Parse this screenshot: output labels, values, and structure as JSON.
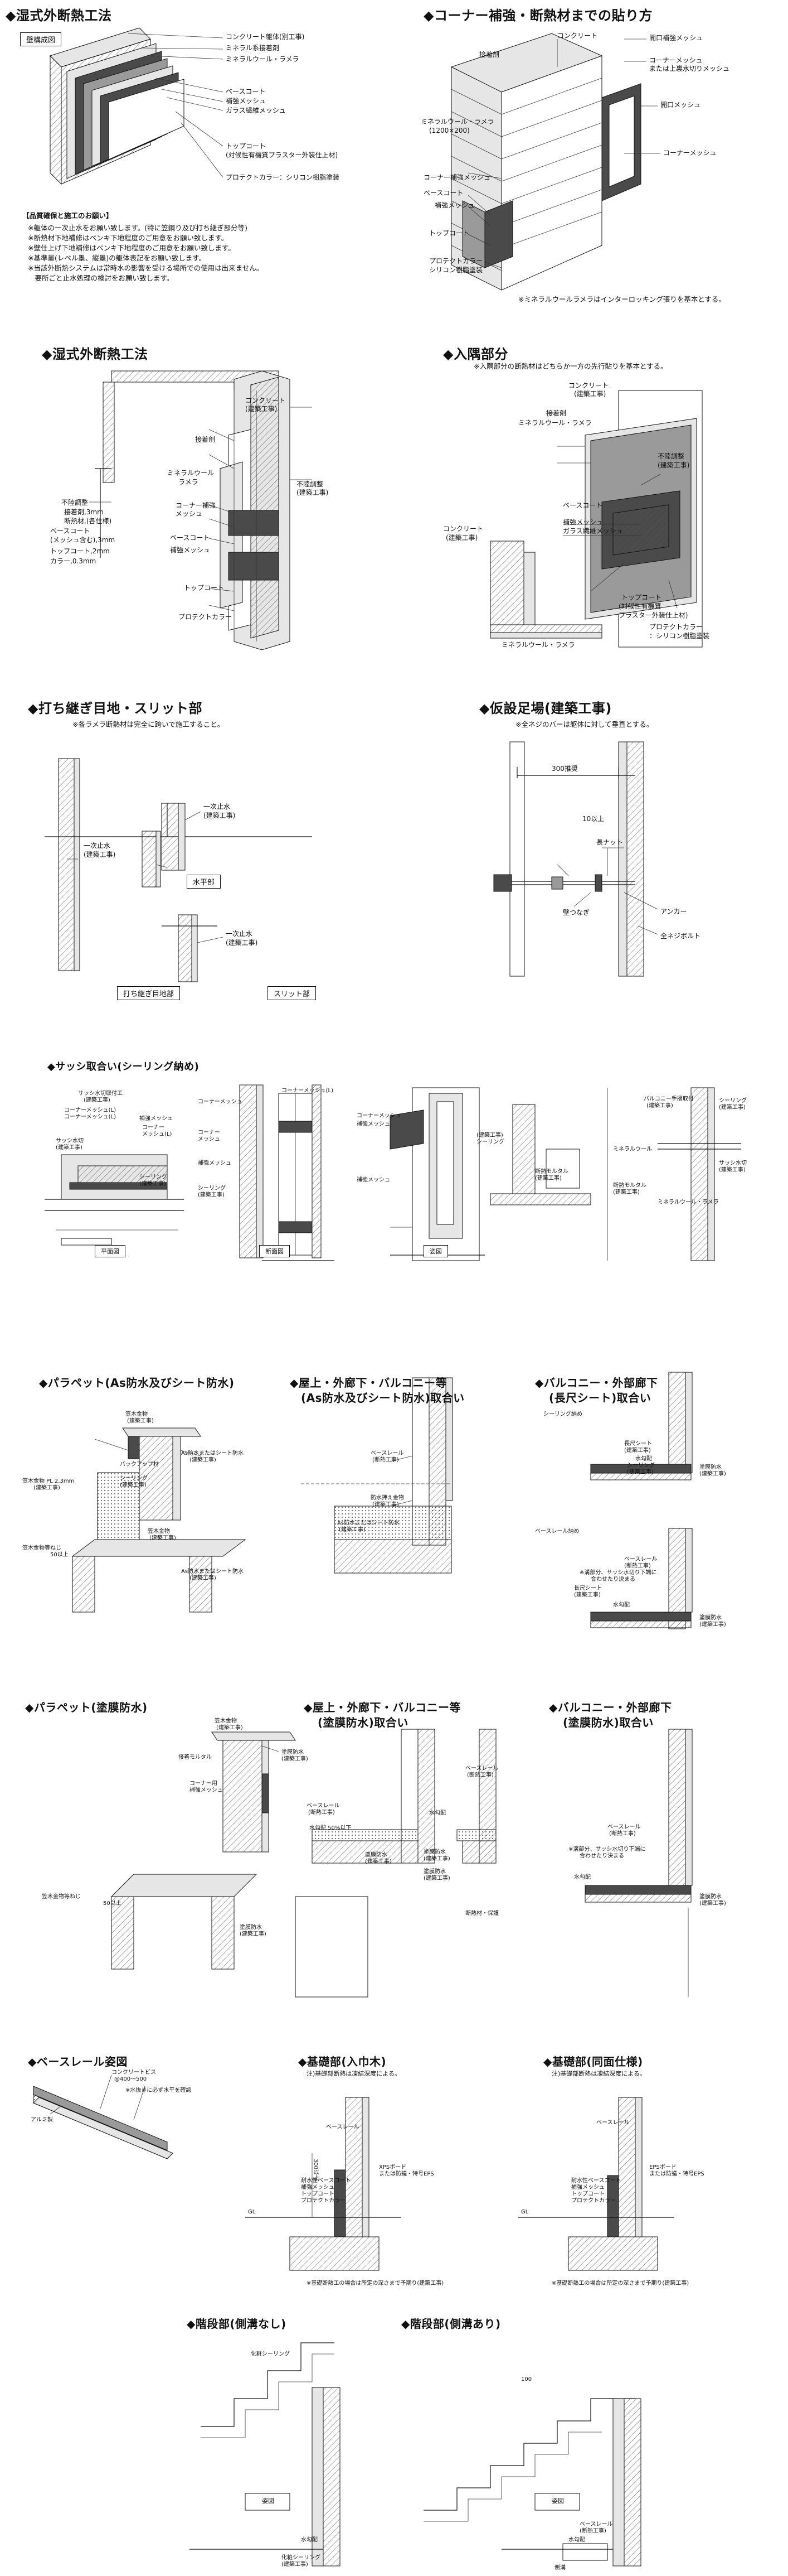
{
  "sections": {
    "wet_method_1": {
      "title": "◆湿式外断熱工法",
      "box": "壁構成図",
      "labels": [
        "コンクリート躯体(別工事)",
        "ミネラル系接着剤",
        "ミネラルウール・ラメラ",
        "ベースコート",
        "補強メッシュ",
        "ガラス繊維メッシュ",
        "トップコート",
        "(対候性有機質プラスター外装仕上材)",
        "プロテクトカラー：シリコン樹脂塗装"
      ],
      "notes_title": "【品質確保と施工のお願い】",
      "notes": [
        "※躯体の一次止水をお願い致します。(特に笠鋼り及び打ち継ぎ部分等)",
        "※断熱材下地補修はベンキ下地程度のご用意をお願い致します。",
        "※壁仕上げ下地補修はベンキ下地程度のご用意をお願い致します。",
        "※基準墨(レベル墨、縦墨)の躯体表記をお願い致します。",
        "※当該外断熱システムは常時水の影響を受ける場所での使用は出来ません。",
        "　要所ごと止水処理の検討をお願い致します。"
      ]
    },
    "corner": {
      "title": "◆コーナー補強・断熱材までの貼り方",
      "labels": [
        "コンクリート",
        "接着剤",
        "開口補強メッシュ",
        "コーナーメッシュ",
        "または上裏水切りメッシュ",
        "開口メッシュ",
        "ミネラルウール・ラメラ",
        "(1200×200)",
        "コーナーメッシュ",
        "コーナー補強メッシュ",
        "ベースコート",
        "補強メッシュ",
        "トップコート",
        "プロテクトカラー",
        "シリコン樹脂塗装"
      ],
      "note": "※ミネラルウールラメラはインターロッキング張りを基本とする。"
    },
    "wet_method_2": {
      "title": "◆湿式外断熱工法",
      "labels": [
        "コンクリート",
        "(建築工事)",
        "接着剤",
        "ミネラルウール",
        "ラメラ",
        "不陸調整",
        "(建築工事)",
        "コーナー補強",
        "メッシュ",
        "ベースコート",
        "補強メッシュ",
        "トップコート",
        "プロテクトカラー",
        "不陸調整",
        "接着剤,3mm",
        "断熱材,(各仕様)",
        "ベースコート",
        "(メッシュ含む),3mm",
        "トップコート,2mm",
        "カラー,0.3mm"
      ]
    },
    "inner_corner": {
      "title": "◆入隅部分",
      "note": "※入隅部分の断熱材はどちらか一方の先行貼りを基本とする。",
      "labels": [
        "コンクリート",
        "(建築工事)",
        "接着剤",
        "ミネラルウール・ラメラ",
        "不陸調整",
        "(建築工事)",
        "ベースコート",
        "補強メッシュ",
        "ガラス繊維メッシュ",
        "コンクリート",
        "(建築工事)",
        "トップコート",
        "(対候性有機質",
        "プラスター外装仕上材)",
        "プロテクトカラー",
        "：シリコン樹脂塗装",
        "ミネラルウール・ラメラ"
      ]
    },
    "joint": {
      "title": "◆打ち継ぎ目地・スリット部",
      "note": "※各ラメラ断熱材は完全に跨いで施工すること。",
      "labels": [
        "一次止水",
        "(建築工事)",
        "一次止水",
        "(建築工事)",
        "一次止水",
        "(建築工事)"
      ],
      "boxes": [
        "水平部",
        "打ち継ぎ目地部",
        "スリット部"
      ]
    },
    "scaffold": {
      "title": "◆仮設足場(建築工事)",
      "note": "※全ネジのバーは躯体に対して垂直とする。",
      "labels": [
        "300推奨",
        "10以上",
        "長ナット",
        "壁つなぎ",
        "アンカー",
        "全ネジボルト"
      ]
    },
    "sash": {
      "title": "◆サッシ取合い(シーリング納め)",
      "labels": [
        "サッシ水切取付工",
        "(建築工事)",
        "コーナーメッシュ(L)",
        "コーナーメッシュ(L)",
        "補強メッシュ",
        "コーナー",
        "メッシュ(L)",
        "サッシ水切",
        "(建築工事)",
        "シーリング",
        "(建築工事)",
        "コーナーメッシュ",
        "コーナー",
        "メッシュ",
        "補強メッシュ",
        "シーリング",
        "(建築工事)",
        "コーナーメッシュ(L)",
        "コーナーメッシュ",
        "補強メッシュ",
        "(建築工事)",
        "シーリング",
        "補強メッシュ",
        "断熱モルタル",
        "(建築工事)",
        "バルコニー手摺取付",
        "(建築工事)",
        "シーリング",
        "(建築工事)",
        "ミネラルウール",
        "断熱モルタル",
        "(建築工事)",
        "ミネラルウール・ラメラ",
        "サッシ水切",
        "(建築工事)"
      ],
      "captions": [
        "平面図",
        "断面図",
        "姿図"
      ]
    },
    "parapet_as": {
      "title": "◆パラペット(As防水及びシート防水)",
      "labels": [
        "笠木金物",
        "(建築工事)",
        "As防水またはシート防水",
        "(建築工事)",
        "笠木金物 PL 2.3mm",
        "(建築工事)",
        "シーリング",
        "(建築工事)",
        "バックアップ材",
        "笠木金物",
        "(建築工事)",
        "As防水またはシート防水",
        "(建築工事)",
        "笠木金物等ねじ",
        "50以上"
      ]
    },
    "roof_as": {
      "title": "◆屋上・外廊下・バルコニー等",
      "title2": "(As防水及びシート防水)取合い",
      "labels": [
        "ベースレール",
        "(断熱工事)",
        "防水押え金物",
        "(建築工事)",
        "As防水またはシート防水",
        "(建築工事)"
      ]
    },
    "balcony_sheet": {
      "title": "◆バルコニー・外部廊下",
      "title2": "(長尺シート)取合い",
      "labels": [
        "シーリング納め",
        "長尺シート",
        "(建築工事)",
        "水勾配",
        "塗膜防水",
        "(建築工事)",
        "シーリング",
        "(建築工事)",
        "ベースレール",
        "(断熱工事)",
        "※溝部分、サッシ水切り下端に",
        "合わせたり決まる",
        "長尺シート",
        "(建築工事)",
        "水勾配",
        "塗膜防水",
        "(建築工事)"
      ],
      "sublabel": "ベースレール納め"
    },
    "parapet_coat": {
      "title": "◆パラペット(塗膜防水)",
      "labels": [
        "笠木金物",
        "(建築工事)",
        "接着モルタル",
        "塗膜防水",
        "(建築工事)",
        "コーナー用",
        "補強メッシュ",
        "笠木金物等ねじ",
        "50以上",
        "塗膜防水",
        "(建築工事)"
      ]
    },
    "roof_coat": {
      "title": "◆屋上・外廊下・バルコニー等",
      "title2": "(塗膜防水)取合い",
      "labels": [
        "ベースレール",
        "(断熱工事)",
        "ベースレール",
        "(断熱工事)",
        "水勾配 50%以下",
        "塗膜防水",
        "(建築工事)",
        "塗膜防水",
        "(建築工事)",
        "水勾配",
        "塗膜防水",
        "(建築工事)",
        "断熱材・保護"
      ]
    },
    "balcony_coat": {
      "title": "◆バルコニー・外部廊下",
      "title2": "(塗膜防水)取合い",
      "labels": [
        "ベースレール",
        "(断熱工事)",
        "※溝部分、サッシ水切り下端に",
        "合わせたり決まる",
        "水勾配",
        "塗膜防水",
        "(建築工事)"
      ]
    },
    "base_rail": {
      "title": "◆ベースレール姿図",
      "labels": [
        "コンクリートビス",
        "@400～500",
        "※水抜きに必ず水平を確認",
        "アルミ製"
      ]
    },
    "foundation_1": {
      "title": "◆基礎部(入巾木)",
      "note": "注)基礎部断熱は凍結深度による。",
      "labels": [
        "ベースレール",
        "XPSボード",
        "または防蟻・特号EPS",
        "耐水性ベースコート",
        "補強メッシュ",
        "トップコート",
        "プロテクトカラー",
        "300以上",
        "GL"
      ],
      "footer": "※基礎断熱工の場合は所定の深さまで予期り(建築工事)"
    },
    "foundation_2": {
      "title": "◆基礎部(同面仕様)",
      "note": "注)基礎部断熱は凍結深度による。",
      "labels": [
        "ベースレール",
        "EPSボード",
        "または防蟻・特号EPS",
        "耐水性ベースコート",
        "補強メッシュ",
        "トップコート",
        "プロテクトカラー",
        "GL"
      ],
      "footer": "※基礎断熱工の場合は所定の深さまで予期り(建築工事)"
    },
    "stairs_1": {
      "title": "◆階段部(側溝なし)",
      "labels": [
        "化粧シーリング",
        "水勾配",
        "化粧シーリング",
        "(建築工事)"
      ],
      "caption": "姿図"
    },
    "stairs_2": {
      "title": "◆階段部(側溝あり)",
      "labels": [
        "100",
        "ベースレール",
        "(断熱工事)",
        "水勾配",
        "側溝"
      ],
      "caption": "姿図"
    }
  }
}
